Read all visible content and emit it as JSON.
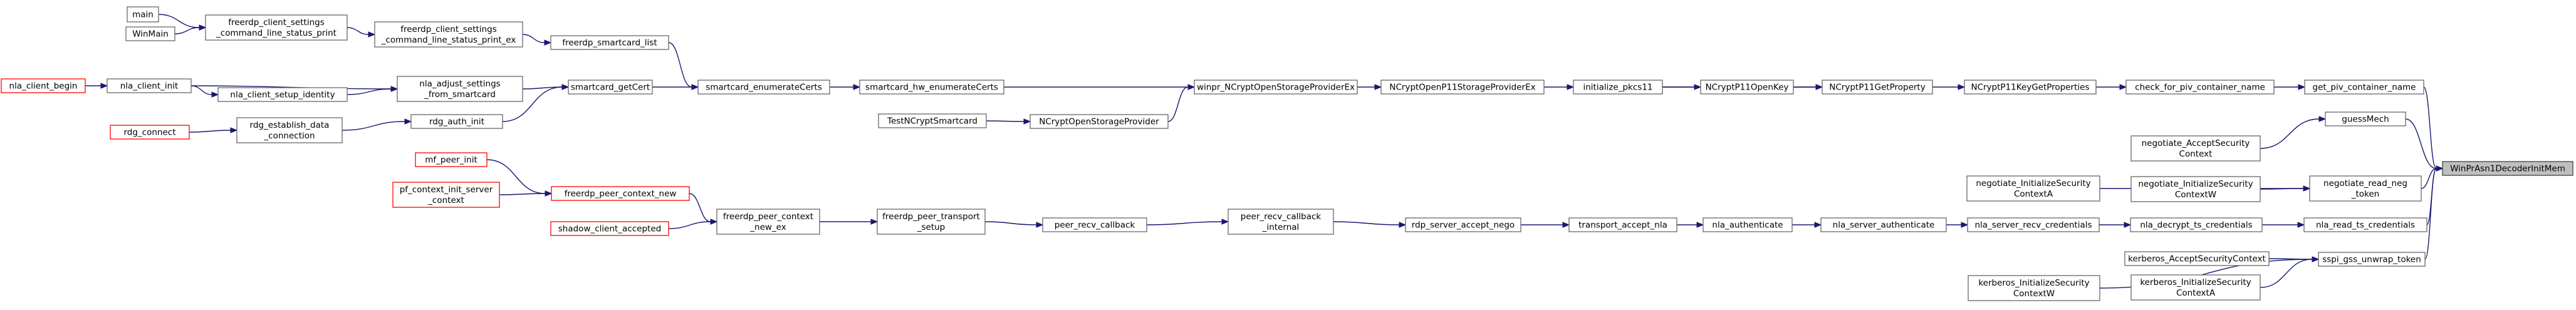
{
  "graph": {
    "nodes": [
      {
        "id": "n1",
        "lines": [
          "main"
        ]
      },
      {
        "id": "n2",
        "lines": [
          "WinMain"
        ]
      },
      {
        "id": "n3",
        "lines": [
          "freerdp_client_settings",
          "_command_line_status_print"
        ]
      },
      {
        "id": "n4",
        "lines": [
          "freerdp_client_settings",
          "_command_line_status_print_ex"
        ]
      },
      {
        "id": "n5",
        "lines": [
          "freerdp_smartcard_list"
        ]
      },
      {
        "id": "n6",
        "lines": [
          "nla_client_begin"
        ],
        "style": "red"
      },
      {
        "id": "n7",
        "lines": [
          "nla_client_init"
        ]
      },
      {
        "id": "n8",
        "lines": [
          "nla_client_setup_identity"
        ]
      },
      {
        "id": "n9",
        "lines": [
          "nla_adjust_settings",
          "_from_smartcard"
        ]
      },
      {
        "id": "n10",
        "lines": [
          "rdg_connect"
        ],
        "style": "red"
      },
      {
        "id": "n11",
        "lines": [
          "rdg_establish_data",
          "_connection"
        ]
      },
      {
        "id": "n12",
        "lines": [
          "rdg_auth_init"
        ]
      },
      {
        "id": "n13",
        "lines": [
          "smartcard_getCert"
        ]
      },
      {
        "id": "n14",
        "lines": [
          "smartcard_enumerateCerts"
        ]
      },
      {
        "id": "n15",
        "lines": [
          "smartcard_hw_enumerateCerts"
        ]
      },
      {
        "id": "n16",
        "lines": [
          "TestNCryptSmartcard"
        ]
      },
      {
        "id": "n17",
        "lines": [
          "NCryptOpenStorageProvider"
        ]
      },
      {
        "id": "n18",
        "lines": [
          "winpr_NCryptOpenStorageProviderEx"
        ]
      },
      {
        "id": "n19",
        "lines": [
          "NCryptOpenP11StorageProviderEx"
        ]
      },
      {
        "id": "n20",
        "lines": [
          "initialize_pkcs11"
        ]
      },
      {
        "id": "n21",
        "lines": [
          "NCryptP11OpenKey"
        ]
      },
      {
        "id": "n22",
        "lines": [
          "NCryptP11GetProperty"
        ]
      },
      {
        "id": "n23",
        "lines": [
          "NCryptP11KeyGetProperties"
        ]
      },
      {
        "id": "n24",
        "lines": [
          "check_for_piv_container_name"
        ]
      },
      {
        "id": "n25",
        "lines": [
          "get_piv_container_name"
        ]
      },
      {
        "id": "n26",
        "lines": [
          "mf_peer_init"
        ],
        "style": "red"
      },
      {
        "id": "n27",
        "lines": [
          "pf_context_init_server",
          "_context"
        ],
        "style": "red"
      },
      {
        "id": "n28",
        "lines": [
          "freerdp_peer_context_new"
        ],
        "style": "red"
      },
      {
        "id": "n29",
        "lines": [
          "shadow_client_accepted"
        ],
        "style": "red"
      },
      {
        "id": "n30",
        "lines": [
          "freerdp_peer_context",
          "_new_ex"
        ]
      },
      {
        "id": "n31",
        "lines": [
          "freerdp_peer_transport",
          "_setup"
        ]
      },
      {
        "id": "n32",
        "lines": [
          "peer_recv_callback"
        ]
      },
      {
        "id": "n33",
        "lines": [
          "peer_recv_callback",
          "_internal"
        ]
      },
      {
        "id": "n34",
        "lines": [
          "rdp_server_accept_nego"
        ]
      },
      {
        "id": "n35",
        "lines": [
          "transport_accept_nla"
        ]
      },
      {
        "id": "n36",
        "lines": [
          "nla_authenticate"
        ]
      },
      {
        "id": "n37",
        "lines": [
          "nla_server_authenticate"
        ]
      },
      {
        "id": "n38",
        "lines": [
          "nla_server_recv_credentials"
        ]
      },
      {
        "id": "n39",
        "lines": [
          "nla_decrypt_ts_credentials"
        ]
      },
      {
        "id": "n40",
        "lines": [
          "nla_read_ts_credentials"
        ]
      },
      {
        "id": "n41",
        "lines": [
          "negotiate_AcceptSecurity",
          "Context"
        ]
      },
      {
        "id": "n42",
        "lines": [
          "negotiate_InitializeSecurity",
          "ContextA"
        ]
      },
      {
        "id": "n43",
        "lines": [
          "negotiate_InitializeSecurity",
          "ContextW"
        ]
      },
      {
        "id": "n44",
        "lines": [
          "guessMech"
        ]
      },
      {
        "id": "n45",
        "lines": [
          "negotiate_read_neg",
          "_token"
        ]
      },
      {
        "id": "n46",
        "lines": [
          "kerberos_AcceptSecurityContext"
        ]
      },
      {
        "id": "n47",
        "lines": [
          "kerberos_InitializeSecurity",
          "ContextW"
        ]
      },
      {
        "id": "n48",
        "lines": [
          "kerberos_InitializeSecurity",
          "ContextA"
        ]
      },
      {
        "id": "n49",
        "lines": [
          "sspi_gss_unwrap_token"
        ]
      },
      {
        "id": "n50",
        "lines": [
          "WinPrAsn1DecoderInitMem"
        ],
        "style": "root"
      }
    ],
    "edges": [
      [
        "n1",
        "n3"
      ],
      [
        "n2",
        "n3"
      ],
      [
        "n3",
        "n4"
      ],
      [
        "n4",
        "n5"
      ],
      [
        "n5",
        "n14"
      ],
      [
        "n6",
        "n7"
      ],
      [
        "n7",
        "n9"
      ],
      [
        "n7",
        "n8"
      ],
      [
        "n8",
        "n9"
      ],
      [
        "n9",
        "n13"
      ],
      [
        "n10",
        "n11"
      ],
      [
        "n11",
        "n12"
      ],
      [
        "n12",
        "n13"
      ],
      [
        "n13",
        "n14"
      ],
      [
        "n14",
        "n15"
      ],
      [
        "n15",
        "n18"
      ],
      [
        "n16",
        "n17"
      ],
      [
        "n17",
        "n18"
      ],
      [
        "n18",
        "n19"
      ],
      [
        "n19",
        "n20"
      ],
      [
        "n20",
        "n21"
      ],
      [
        "n20",
        "n22"
      ],
      [
        "n21",
        "n22"
      ],
      [
        "n22",
        "n23"
      ],
      [
        "n23",
        "n24"
      ],
      [
        "n24",
        "n25"
      ],
      [
        "n25",
        "n50"
      ],
      [
        "n26",
        "n28"
      ],
      [
        "n27",
        "n28"
      ],
      [
        "n28",
        "n30"
      ],
      [
        "n29",
        "n30"
      ],
      [
        "n30",
        "n31"
      ],
      [
        "n31",
        "n32"
      ],
      [
        "n32",
        "n33"
      ],
      [
        "n33",
        "n34"
      ],
      [
        "n34",
        "n35"
      ],
      [
        "n35",
        "n36"
      ],
      [
        "n36",
        "n37"
      ],
      [
        "n37",
        "n38"
      ],
      [
        "n38",
        "n39"
      ],
      [
        "n39",
        "n40"
      ],
      [
        "n40",
        "n50"
      ],
      [
        "n41",
        "n44"
      ],
      [
        "n42",
        "n45"
      ],
      [
        "n43",
        "n45"
      ],
      [
        "n44",
        "n50"
      ],
      [
        "n45",
        "n50"
      ],
      [
        "n46",
        "n49"
      ],
      [
        "n47",
        "n49"
      ],
      [
        "n48",
        "n49"
      ],
      [
        "n49",
        "n50"
      ]
    ]
  }
}
